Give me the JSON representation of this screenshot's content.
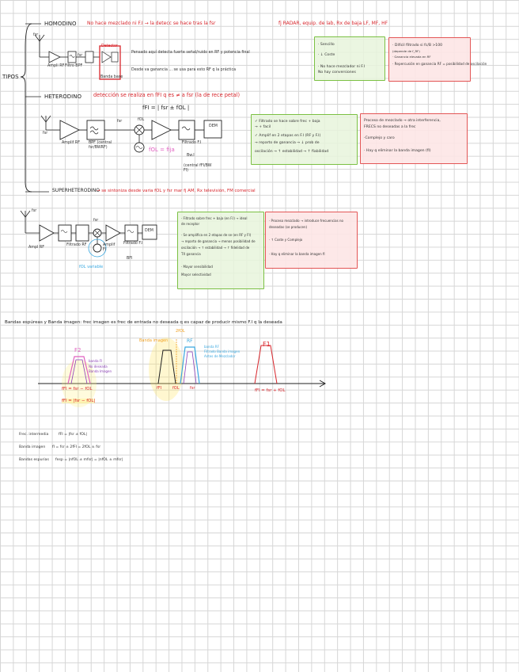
{
  "tipos_label": "TIPOS",
  "homodino": {
    "title": "HOMODINO",
    "note": "No hace mezclado ni F.I → la detecc se hace tras la fsr",
    "note_right": "fj RADAR, equip. de lab, Rx de baja  LF, MF, HF",
    "labels": [
      "fsr",
      "Ampli RF",
      "Filtro BPF",
      "fsr",
      "Detector",
      "Banda base"
    ],
    "desc1": "Pensado aquí detecta fuerte señal/ruido en RF y potencia final",
    "desc2": "Desde va ganancia ... se usa para esto RF q la práctica",
    "green": [
      "· Sencillo",
      "· ↓ Coste",
      "· No hace mezclador ni F.I",
      "  No hay conversiones"
    ],
    "red": [
      "· Difícil filtrado si fc/B >100",
      "  (depende de f_RF)",
      "· Ganancia elevada en RF",
      "· Repercusión en ganancia RF = posibilidad de oscilación"
    ]
  },
  "heterodino": {
    "title": "HETERODINO",
    "note": "detección se realiza en  fFI  q es  ≠  a  fsr  (la de rece petal)",
    "formula": "fFI = | fsr ± fOL |",
    "labels": [
      "fsr",
      "Amplif RF",
      "BPF (central fsr/BWRF)",
      "fsr",
      "fOL",
      "fOL = fija",
      "Filtrado F.I",
      "Bw.I",
      "(central fFI/BW FI)",
      "DEM"
    ],
    "green": [
      "✓ Filtrado se hace sobre frec + baja",
      "  → + facil",
      "✓ Amplif en 2 etapas en F.I (RF y F.I)",
      "  → reparto de ganancia → ↓ prob de",
      "  oscilación → ↑ estabilidad → ↑ fiabilidad"
    ],
    "red": [
      "Proceso de mezclado → otra interferencia,",
      "FRECS no deseadas a la frec",
      "·Complejo y caro",
      "· Hay q eliminar la banda imagen (fI)"
    ]
  },
  "superheterodino": {
    "title": "SUPERHETERODINO",
    "note": "→ se sintoniza desde varia fOL y fsr mar    fj AM, Rx televisión, FM comercial",
    "labels": [
      "fsr",
      "Ampl RF",
      "Filtrado RF",
      "fsr",
      "Amplif FI",
      "Filtrado F.I",
      "BFI",
      "DEM",
      "fOL variable"
    ],
    "green": [
      "· Filtrado sobre frec + baja (en F.I) → ideal",
      "  de receptor",
      "· Se amplifica en 2 etapas de se (en RF y FI)",
      "  → reparto de ganancia → menos posibilidad de",
      "  oscilación → ↑ estabilidad → ↑ fidelidad de",
      "  TX ganancia",
      "· Mayor sensibilidad",
      "  Mayor selectividad"
    ],
    "red": [
      "· Proceso mezclado → introduce frecuencias no",
      "  deseadas (se producen)",
      "· ↑ Coste y Complejo",
      "· Hay q eliminar la banda imagen fI"
    ]
  },
  "banda": {
    "title": "Bandas espúreas y Banda imagen:  frec imagen es frec de entrada no deseada q es capaz de producir mismo F.I q la deseada",
    "labels": {
      "f2": "F2",
      "banda_fi": "banda FI",
      "banda_fi_sub1": "No deseada",
      "banda_fi_sub2": "Banda Imagen",
      "banda_imagen": "Banda imagen",
      "flor": "2fOL",
      "rf": "RF",
      "rf_sub1": "banda RF",
      "rf_sub2": "Filtrado Banda imagen",
      "rf_sub3": "Antes de Mezclador",
      "f1": "F1",
      "x_fi": "fFI",
      "x_fol": "fOL",
      "x_fsr": "fsr",
      "fi1": "fFI = fsr − fOL",
      "fi2": "fFI = |fsr − fOL|",
      "fi3": "fFI = fsr + fOL"
    }
  },
  "formulas": [
    {
      "label": "Frec. intermedia",
      "value": "fFI = |fsr ± fOL|"
    },
    {
      "label": "Banda imagen",
      "value": "fI = fsr ± 2fFI = 2fOL ± fsr"
    },
    {
      "label": "Bandas espurias",
      "value": "fesp = |nfOL ± mfsr| = |nfOL ± mfsr|"
    }
  ],
  "colors": {
    "red": "#d8262c",
    "green": "#7bc043",
    "pink": "#e060c0",
    "blue": "#3aa8e0",
    "orange": "#f0a020",
    "purple": "#8a3fb5"
  }
}
